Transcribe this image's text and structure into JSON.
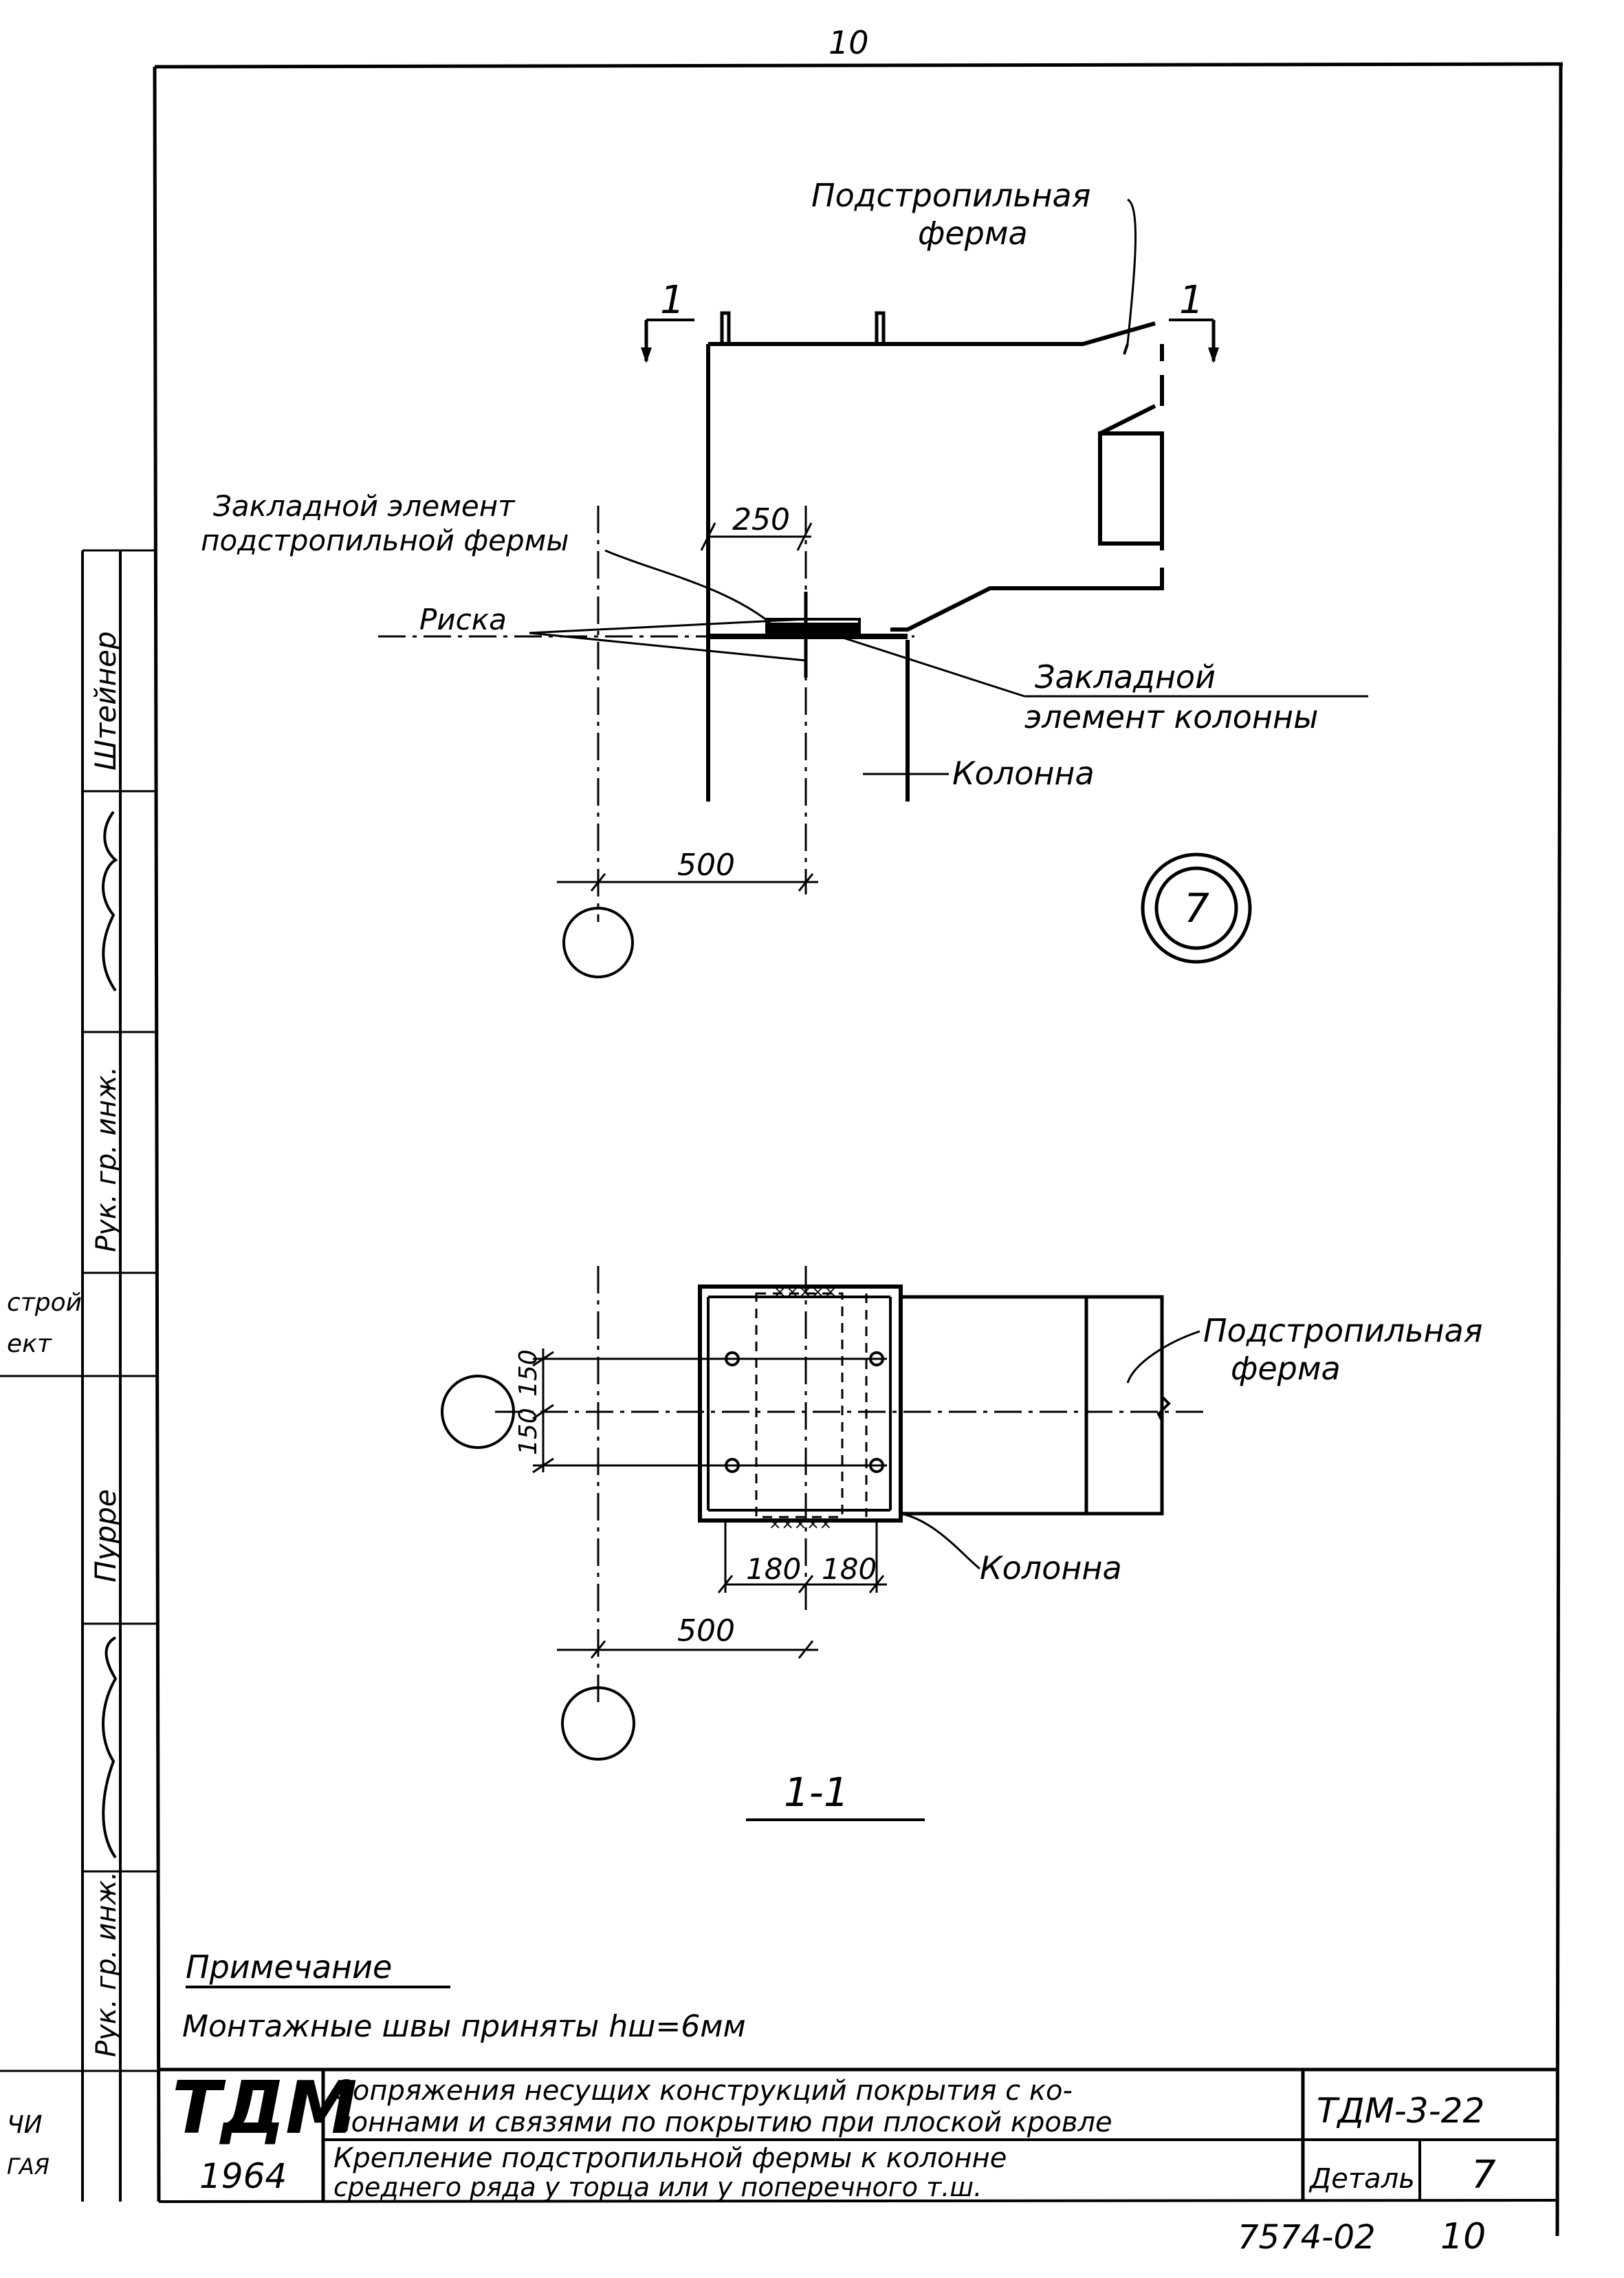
{
  "page_number": "10",
  "view_top": {
    "section_mark_left": "1",
    "section_mark_right": "1",
    "label_subtruss": "Подстропильная ферма",
    "label_embed_subtruss": "Закладной элемент подстропильной фермы",
    "label_risk": "Риска",
    "label_embed_column": "Закладной элемент колонны",
    "label_column": "Колонна",
    "dim_250": "250",
    "dim_500": "500",
    "detail_number": "7"
  },
  "view_section": {
    "label_subtruss": "Подстропильная ферма",
    "label_column": "Колонна",
    "dim_150a": "150",
    "dim_150b": "150",
    "dim_180a": "180",
    "dim_180b": "180",
    "dim_500": "500",
    "section_title": "1-1"
  },
  "note": {
    "heading": "Примечание",
    "text": "Монтажные швы приняты hш=6мм"
  },
  "left_strip": {
    "names": [
      "Штейнер",
      "Рук. гр. инж.",
      "Пурре",
      "Рук. гр. инж."
    ],
    "org": [
      "строй",
      "ект"
    ],
    "bottom": [
      "ЧИ",
      "ГАЯ"
    ]
  },
  "title_block": {
    "logo": "ТДМ",
    "year": "1964",
    "title_line1": "Сопряжения несущих конструкций покрытия с ко-",
    "title_line2": "лоннами и связями по покрытию при плоской кровле",
    "subtitle_line1": "Крепление подстропильной фермы к колонне",
    "subtitle_line2": "среднего ряда у торца или у поперечного т.ш.",
    "code": "ТДМ-3-22",
    "detail_label": "Деталь",
    "detail_value": "7"
  },
  "footer_code": "7574-02",
  "footer_page": "10"
}
